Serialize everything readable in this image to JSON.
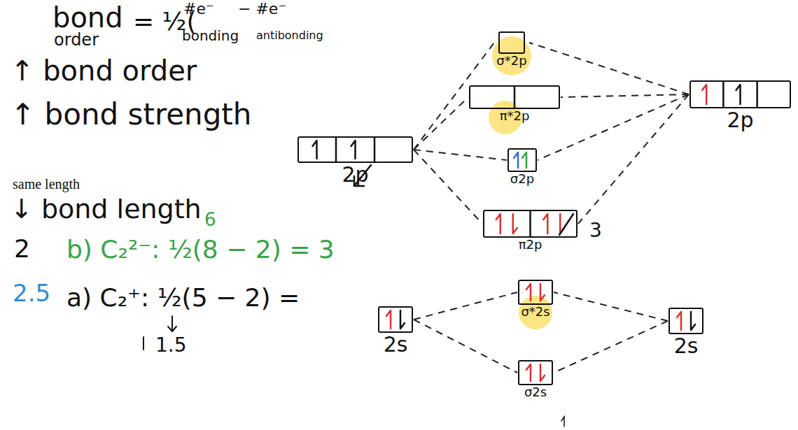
{
  "diagram": {
    "nodes": [
      {
        "text": [
          "2p"
        ]
      },
      {
        "text": [
          "2s"
        ]
      },
      {
        "text": [
          "σ*2p"
        ]
      },
      {
        "text": [
          "π*2p"
        ]
      },
      {
        "text": [
          "σ2p"
        ]
      },
      {
        "text": [
          "π2p"
        ]
      },
      {
        "text": [
          "σ*2s"
        ]
      },
      {
        "text": [
          "σ2s"
        ]
      },
      {
        "text": [
          "2p"
        ]
      },
      {
        "text": [
          "2s"
        ]
      }
    ],
    "edges": [
      {
        "from": 0,
        "to": 2,
        "arrow": "none"
      },
      {
        "from": 0,
        "to": 3,
        "arrow": "none"
      },
      {
        "from": 0,
        "to": 4,
        "arrow": "none"
      },
      {
        "from": 0,
        "to": 5,
        "arrow": "none"
      },
      {
        "from": 8,
        "to": 2,
        "arrow": "none"
      },
      {
        "from": 8,
        "to": 3,
        "arrow": "none"
      },
      {
        "from": 8,
        "to": 4,
        "arrow": "none"
      },
      {
        "from": 8,
        "to": 5,
        "arrow": "none"
      },
      {
        "from": 1,
        "to": 6,
        "arrow": "none"
      },
      {
        "from": 1,
        "to": 7,
        "arrow": "none"
      },
      {
        "from": 9,
        "to": 6,
        "arrow": "none"
      },
      {
        "from": 9,
        "to": 7,
        "arrow": "none"
      }
    ],
    "labels": [
      "bond",
      "order",
      "= ½(",
      "#e⁻",
      "bonding",
      "− #e⁻",
      "antibonding",
      "↑ bond order",
      "↑ bond strength",
      "same length",
      "↓ bond length",
      "2",
      "b) C₂²⁻: ½(8 − 2) = 3",
      "6",
      "2.5",
      "a) C₂⁺: ½(5 − 2) =",
      "1.5",
      "3"
    ]
  }
}
